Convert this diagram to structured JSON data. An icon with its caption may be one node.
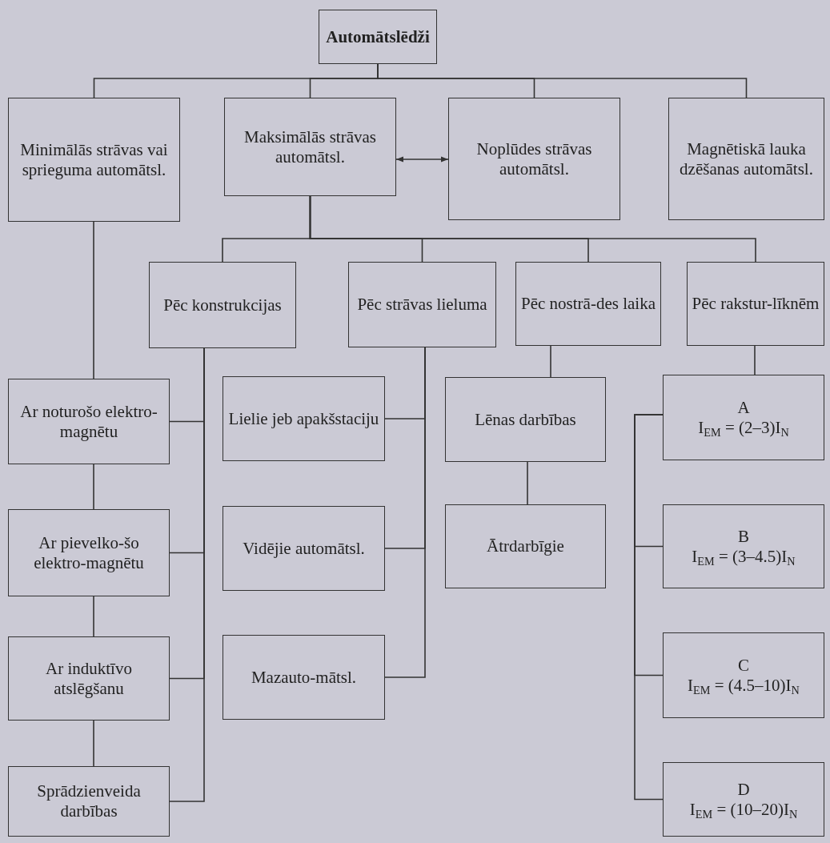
{
  "diagram": {
    "nodes": [
      {
        "text": [
          "Automātslēdži"
        ]
      },
      {
        "text": [
          "Minimālās strāvas vai sprieguma automātsl."
        ]
      },
      {
        "text": [
          "Maksimālās strāvas automātsl."
        ]
      },
      {
        "text": [
          "Noplūdes strāvas automātsl."
        ]
      },
      {
        "text": [
          "Magnētiskā lauka dzēšanas automātsl."
        ]
      },
      {
        "text": [
          "Pēc konstrukcijas"
        ]
      },
      {
        "text": [
          "Pēc strāvas lieluma"
        ]
      },
      {
        "text": [
          "Pēc nostrā-des laika"
        ]
      },
      {
        "text": [
          "Pēc rakstur-līknēm"
        ]
      },
      {
        "text": [
          "Ar noturošo elektro-magnētu"
        ]
      },
      {
        "text": [
          "Ar pievelko-šo elektro-magnētu"
        ]
      },
      {
        "text": [
          "Ar induktīvo atslēgšanu"
        ]
      },
      {
        "text": [
          "Sprādzienveida darbības"
        ]
      },
      {
        "text": [
          "Lielie jeb apakšstaciju"
        ]
      },
      {
        "text": [
          "Vidējie automātsl."
        ]
      },
      {
        "text": [
          "Mazauto-mātsl."
        ]
      },
      {
        "text": [
          "Lēnas darbības"
        ]
      },
      {
        "text": [
          "Ātrdarbīgie"
        ]
      },
      {
        "text": [
          "A",
          "I$_{EM}$ = (2–3)I$_{N}$"
        ]
      },
      {
        "text": [
          "B",
          "I$_{EM}$ = (3–4.5)I$_{N}$"
        ]
      },
      {
        "text": [
          "C",
          "I$_{EM}$ = (4.5–10)I$_{N}$"
        ]
      },
      {
        "text": [
          "D",
          "I$_{EM}$ = (10–20)I$_{N}$"
        ]
      }
    ],
    "edges": [
      {
        "from": 0,
        "to": 1,
        "arrow": "none"
      },
      {
        "from": 0,
        "to": 2,
        "arrow": "none"
      },
      {
        "from": 0,
        "to": 3,
        "arrow": "none"
      },
      {
        "from": 0,
        "to": 4,
        "arrow": "none"
      },
      {
        "from": 2,
        "to": 3,
        "arrow": "both"
      },
      {
        "from": 2,
        "to": 5,
        "arrow": "none"
      },
      {
        "from": 2,
        "to": 6,
        "arrow": "none"
      },
      {
        "from": 2,
        "to": 7,
        "arrow": "none"
      },
      {
        "from": 2,
        "to": 8,
        "arrow": "none"
      },
      {
        "from": 1,
        "to": 9,
        "arrow": "none"
      },
      {
        "from": 9,
        "to": 10,
        "arrow": "none"
      },
      {
        "from": 10,
        "to": 11,
        "arrow": "none"
      },
      {
        "from": 11,
        "to": 12,
        "arrow": "none"
      },
      {
        "from": 5,
        "to": 9,
        "arrow": "none"
      },
      {
        "from": 5,
        "to": 10,
        "arrow": "none"
      },
      {
        "from": 5,
        "to": 11,
        "arrow": "none"
      },
      {
        "from": 5,
        "to": 12,
        "arrow": "none"
      },
      {
        "from": 6,
        "to": 13,
        "arrow": "none"
      },
      {
        "from": 6,
        "to": 14,
        "arrow": "none"
      },
      {
        "from": 6,
        "to": 15,
        "arrow": "none"
      },
      {
        "from": 7,
        "to": 16,
        "arrow": "none"
      },
      {
        "from": 16,
        "to": 17,
        "arrow": "none"
      },
      {
        "from": 8,
        "to": 18,
        "arrow": "none"
      },
      {
        "from": 18,
        "to": 19,
        "arrow": "none"
      },
      {
        "from": 18,
        "to": 20,
        "arrow": "none"
      },
      {
        "from": 18,
        "to": 21,
        "arrow": "none"
      }
    ]
  }
}
